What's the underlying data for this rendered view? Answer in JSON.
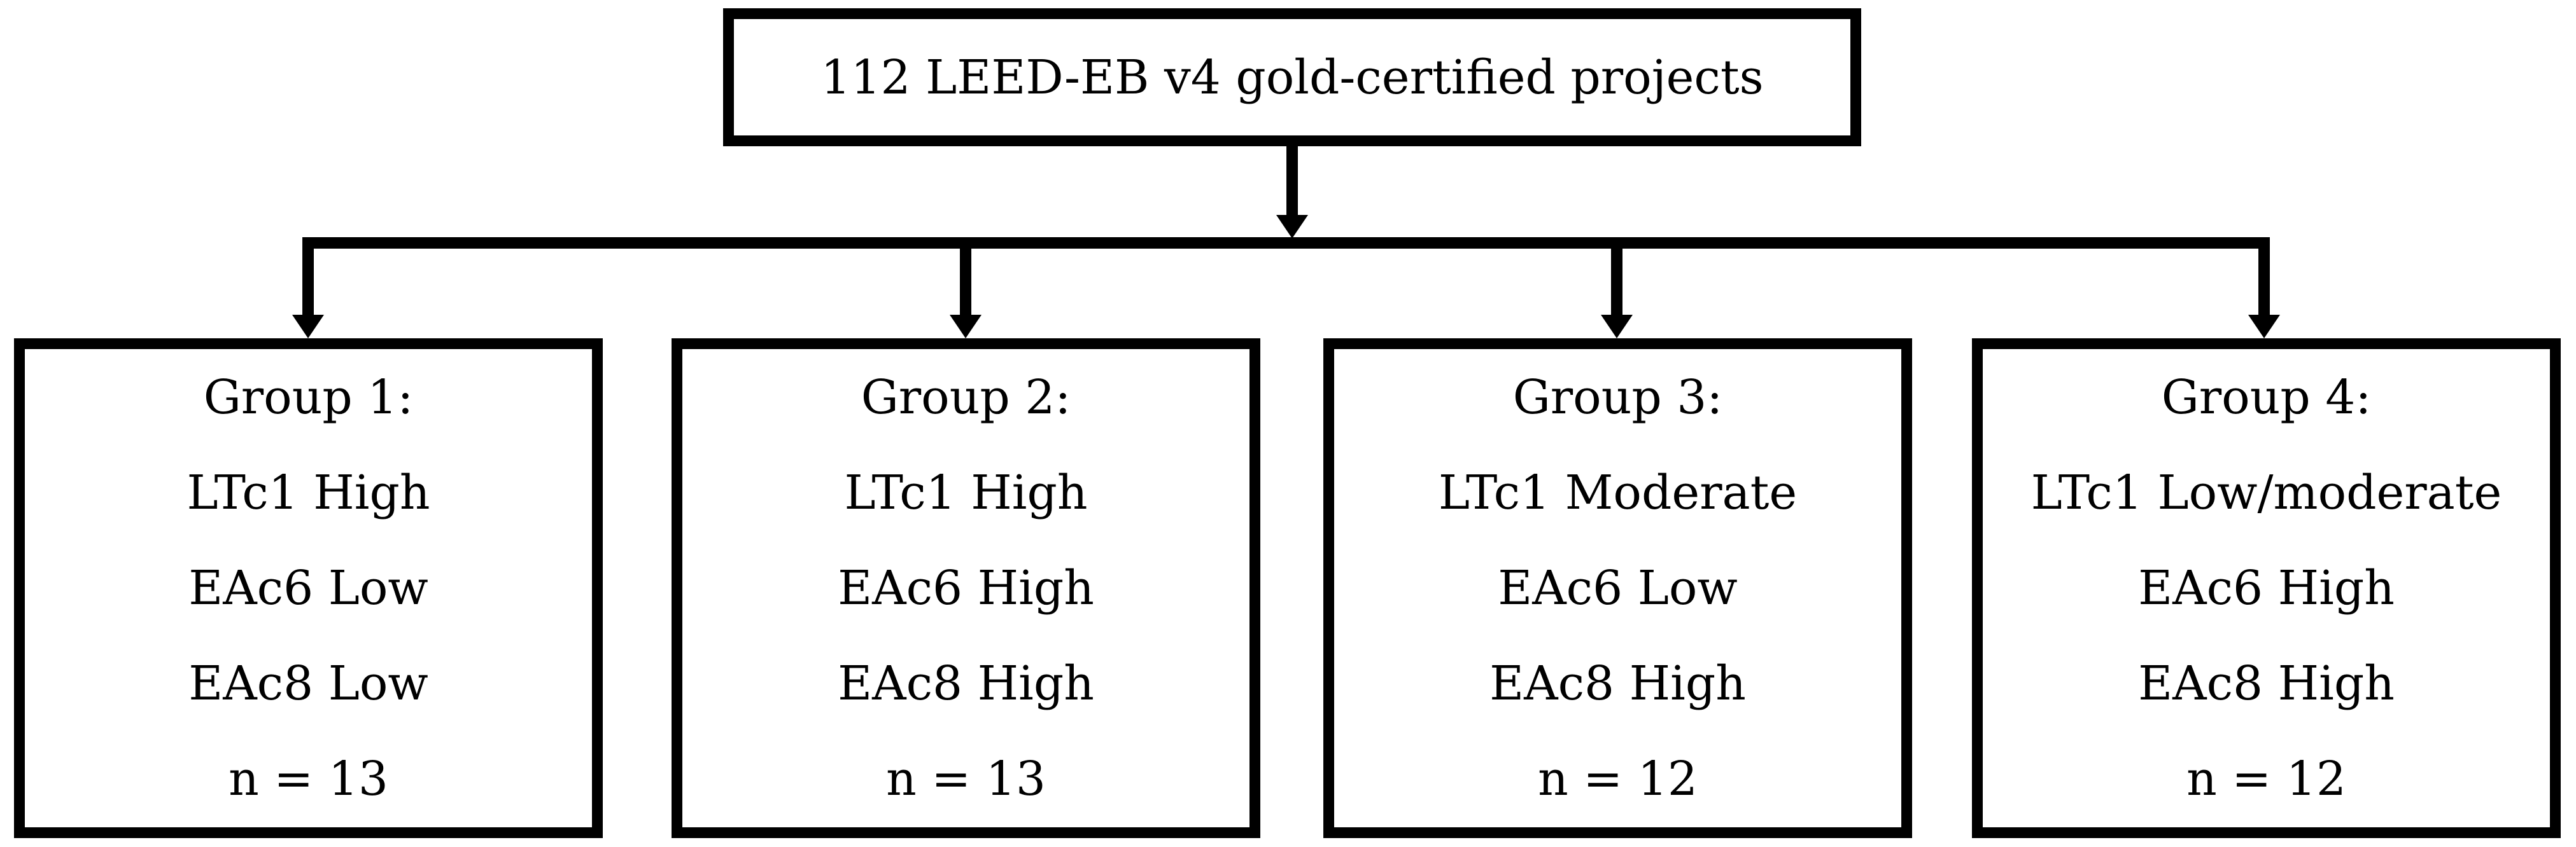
{
  "diagram": {
    "background_color": "#ffffff",
    "line_color": "#000000",
    "root": {
      "label": "112 LEED-EB v4 gold-certified projects"
    },
    "groups": [
      {
        "title": "Group 1:",
        "ltc1": "LTc1 High",
        "eac6": "EAc6 Low",
        "eac8": "EAc8 Low",
        "n": "n = 13"
      },
      {
        "title": "Group 2:",
        "ltc1": "LTc1 High",
        "eac6": "EAc6 High",
        "eac8": "EAc8 High",
        "n": "n = 13"
      },
      {
        "title": "Group 3:",
        "ltc1": "LTc1 Moderate",
        "eac6": "EAc6 Low",
        "eac8": "EAc8 High",
        "n": "n = 12"
      },
      {
        "title": "Group 4:",
        "ltc1": "LTc1 Low/moderate",
        "eac6": "EAc6 High",
        "eac8": "EAc8 High",
        "n": "n = 12"
      }
    ]
  }
}
